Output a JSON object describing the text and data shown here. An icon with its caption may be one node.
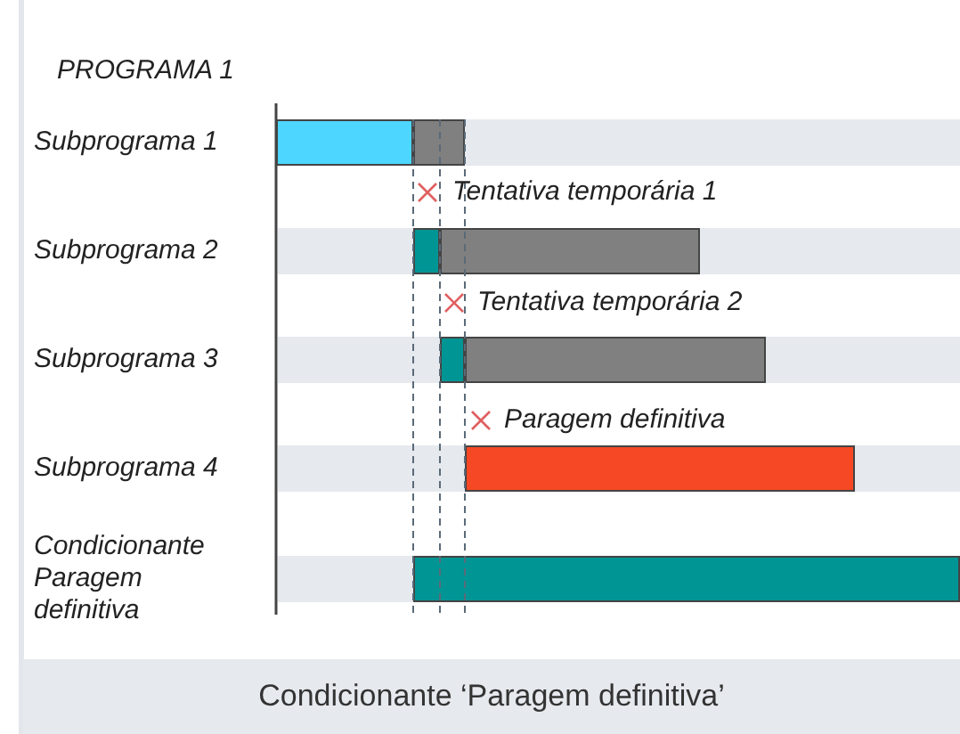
{
  "diagram": {
    "title": "PROGRAMA  1",
    "caption": "Condicionante ‘Paragem definitiva’",
    "labels": [
      "Subprograma 1",
      "Tentativa temporária 1",
      "Subprograma 2",
      "Tentativa temporária 2",
      "Subprograma 3",
      "Paragem definitiva",
      "Subprograma 4",
      "Condicionante Paragem definitiva"
    ]
  }
}
